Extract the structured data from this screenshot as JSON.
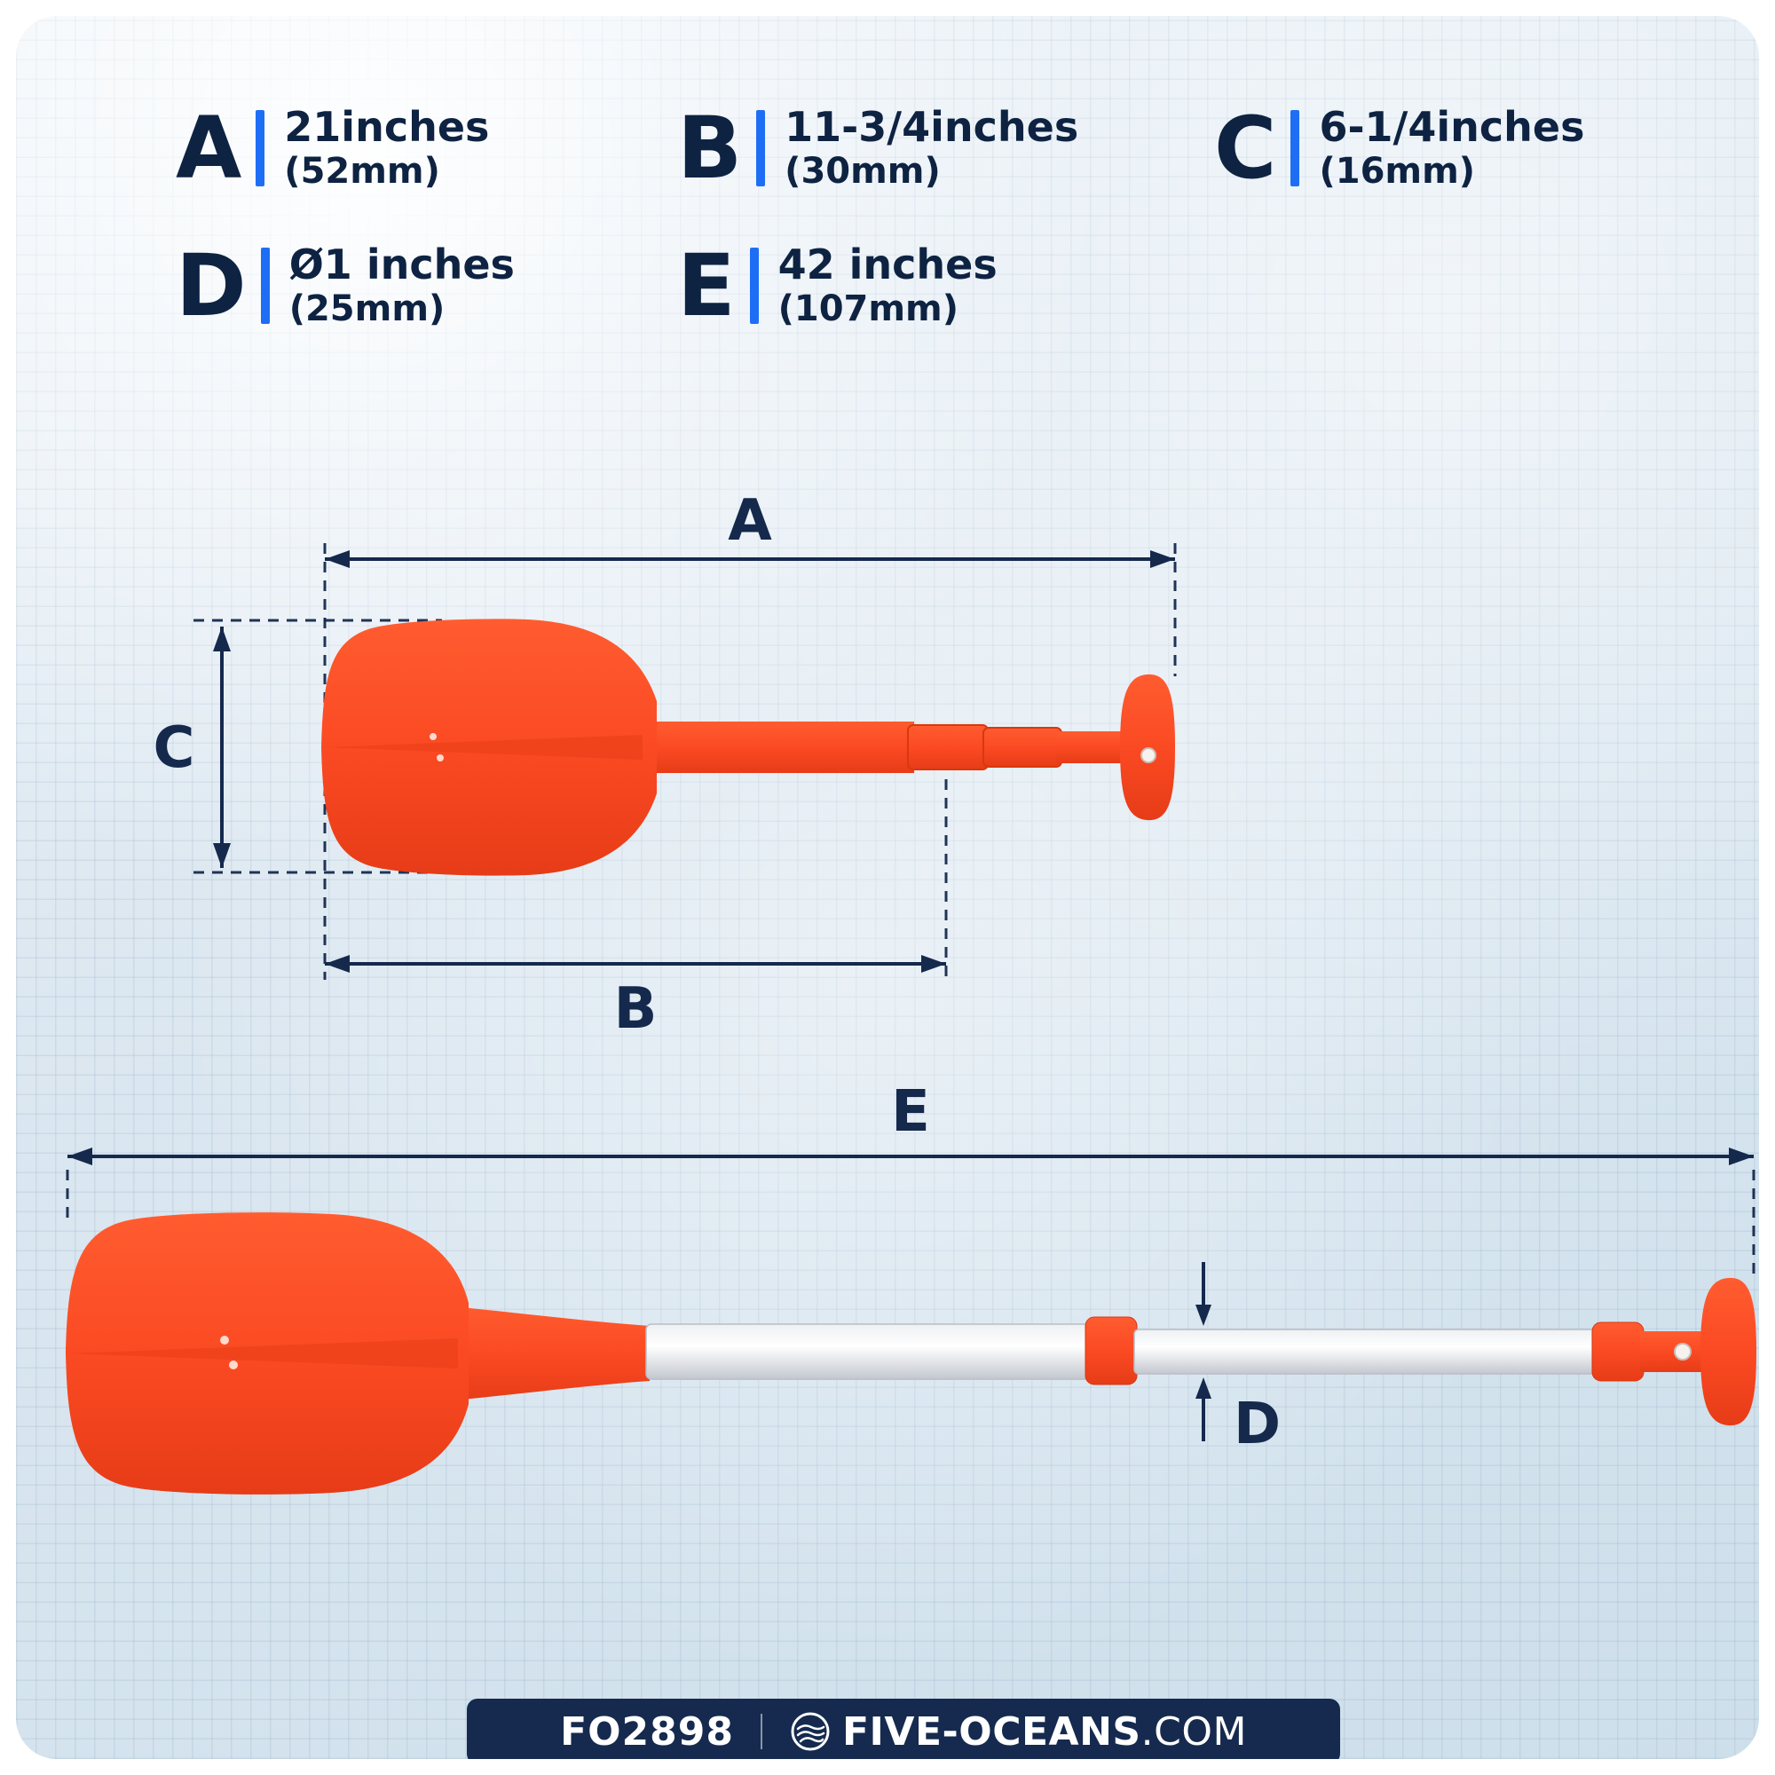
{
  "legend": {
    "items": [
      {
        "letter": "A",
        "value": "21inches",
        "metric": "(52mm)"
      },
      {
        "letter": "B",
        "value": "11-3/4inches",
        "metric": "(30mm)"
      },
      {
        "letter": "C",
        "value": "6-1/4inches",
        "metric": "(16mm)"
      },
      {
        "letter": "D",
        "value": "Ø1 inches",
        "metric": "(25mm)"
      },
      {
        "letter": "E",
        "value": "42 inches",
        "metric": "(107mm)"
      }
    ]
  },
  "diagram": {
    "collapsed": {
      "label_a": "A",
      "label_b": "B",
      "label_c": "C"
    },
    "extended": {
      "label_e": "E",
      "label_d": "D"
    }
  },
  "footer": {
    "sku": "FO2898",
    "brand_main": "FIVE-OCEANS",
    "brand_suffix": ".COM"
  },
  "colors": {
    "paddle_orange": "#fb4a23",
    "dimension_navy": "#15294d",
    "accent_blue": "#1e6ef5",
    "footer_navy": "#152a4e"
  }
}
